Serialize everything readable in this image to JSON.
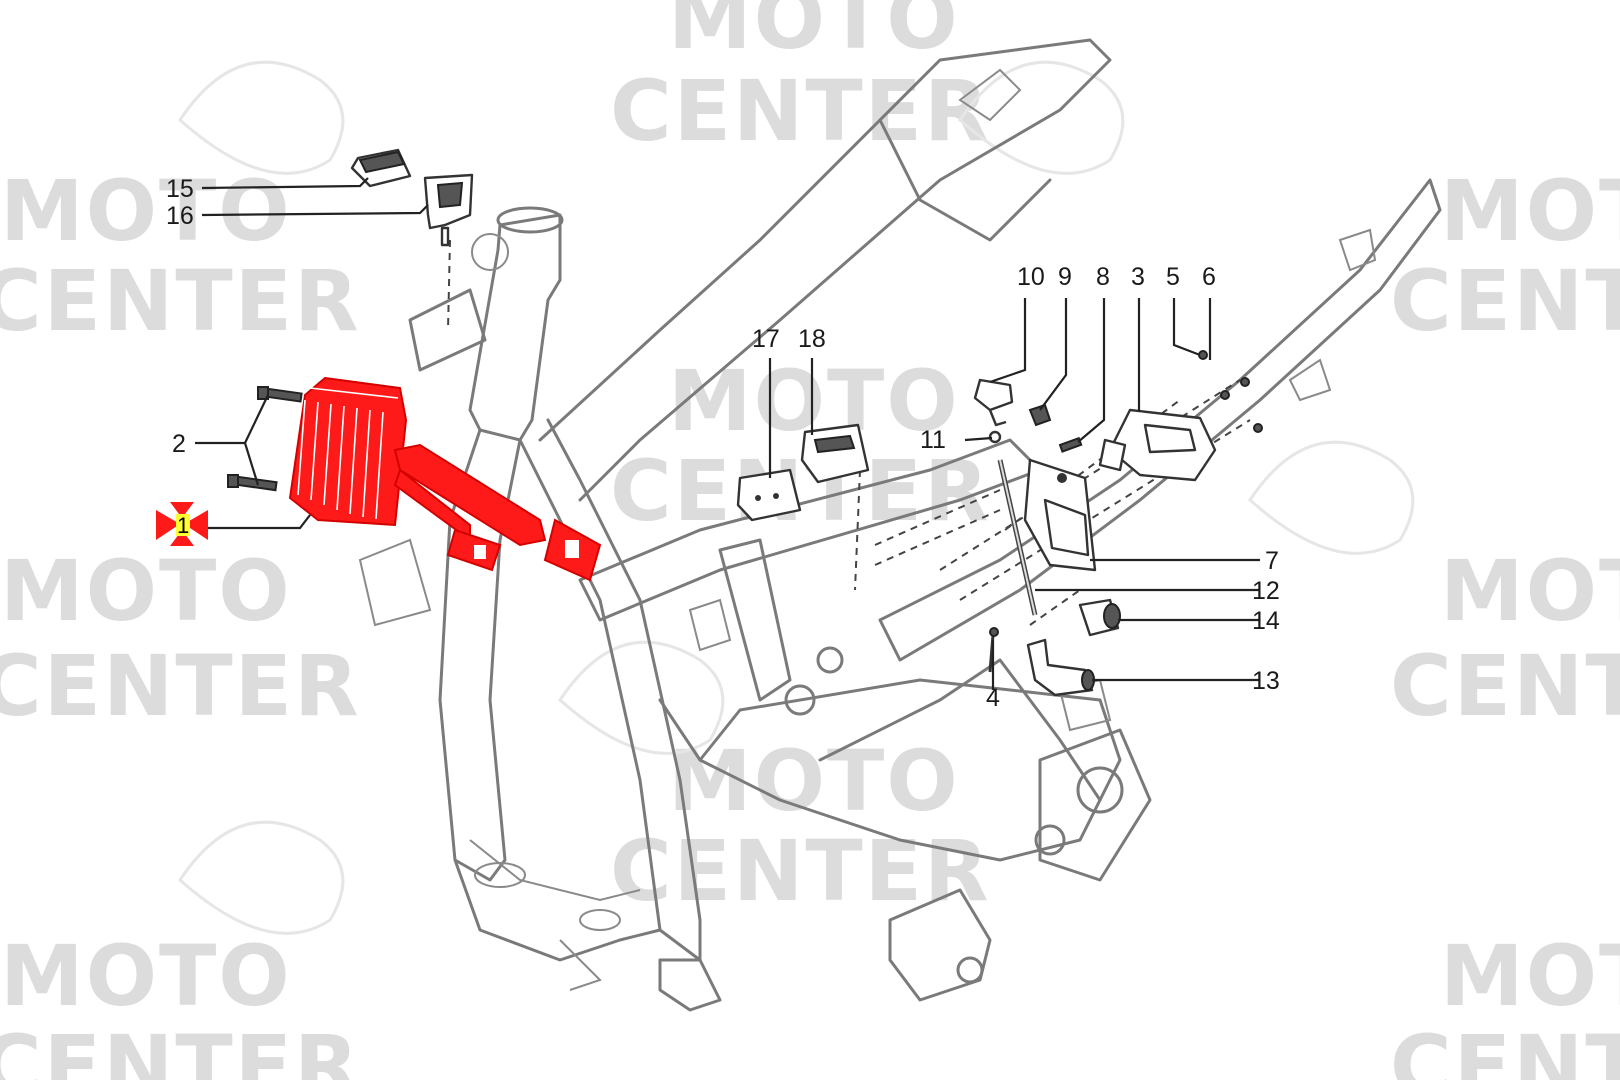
{
  "watermark": {
    "line1": "MOTO",
    "line2": "CENTER"
  },
  "callouts": {
    "c1": "1",
    "c2": "2",
    "c3": "3",
    "c4": "4",
    "c5": "5",
    "c6": "6",
    "c7": "7",
    "c8": "8",
    "c9": "9",
    "c10": "10",
    "c11": "11",
    "c12": "12",
    "c13": "13",
    "c14": "14",
    "c15": "15",
    "c16": "16",
    "c17": "17",
    "c18": "18"
  },
  "selected_part": "1",
  "colors": {
    "highlight": "#ff1a1a",
    "selection_marker": "#ffff33",
    "watermark": "#dcdcdc"
  }
}
